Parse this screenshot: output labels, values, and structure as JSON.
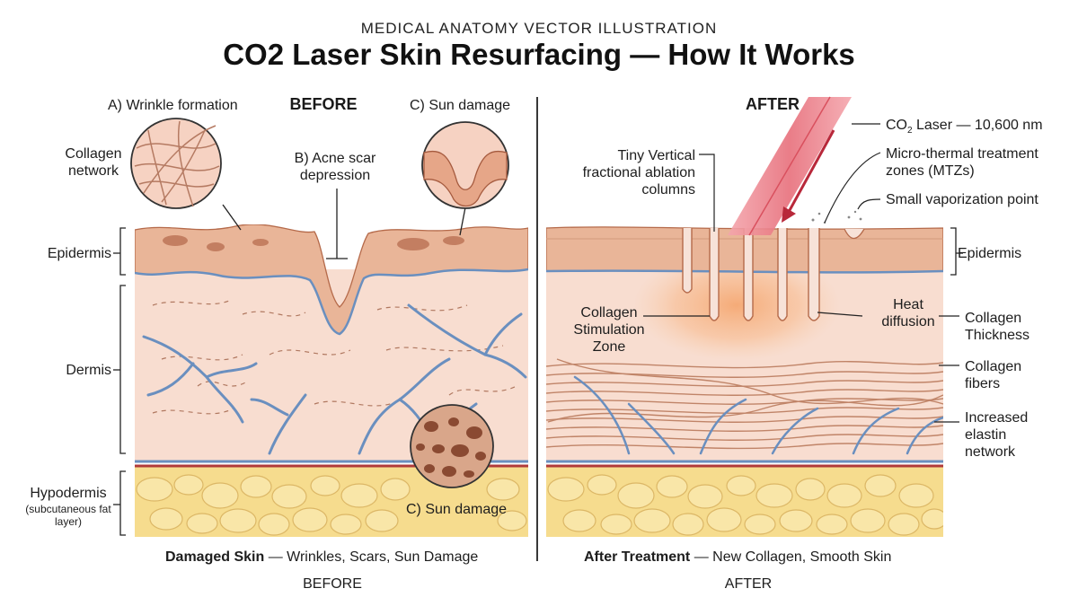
{
  "overline": "MEDICAL ANATOMY VECTOR ILLUSTRATION",
  "title": "CO2 Laser Skin Resurfacing — How It Works",
  "before": {
    "heading": "BEFORE",
    "labels": {
      "wrinkle": "A) Wrinkle formation",
      "sun_top": "C) Sun damage",
      "collagen_network": "Collagen network",
      "acne_scar": "B) Acne scar depression",
      "epidermis": "Epidermis",
      "dermis": "Dermis",
      "hypodermis": "Hypodermis",
      "hypodermis_sub": "(subcutaneous fat layer)",
      "sun_bottom": "C) Sun damage"
    },
    "caption_bold": "Damaged Skin",
    "caption_rest": " — Wrinkles, Scars, Sun Damage",
    "footer": "BEFORE"
  },
  "after": {
    "heading": "AFTER",
    "labels": {
      "laser_pre": "CO",
      "laser_sub": "2",
      "laser_post": " Laser — 10,600 nm",
      "mtz": "Micro-thermal treatment zones (MTZs)",
      "vaporization": "Small vaporization point",
      "columns": "Tiny Vertical fractional ablation columns",
      "epidermis": "Epidermis",
      "stimulation": "Collagen Stimulation Zone",
      "heat": "Heat diffusion",
      "thickness": "Collagen Thickness",
      "fibers": "Collagen fibers",
      "elastin": "Increased elastin network"
    },
    "caption_bold": "After Treatment",
    "caption_rest": " — New Collagen, Smooth Skin",
    "footer": "AFTER"
  },
  "colors": {
    "epidermis": "#e9b598",
    "dermis": "#f8ddd0",
    "fat": "#f6dc8e",
    "vessel_blue": "#6a8fbf",
    "vessel_red": "#b03a3a",
    "laser": "#e8707a"
  }
}
